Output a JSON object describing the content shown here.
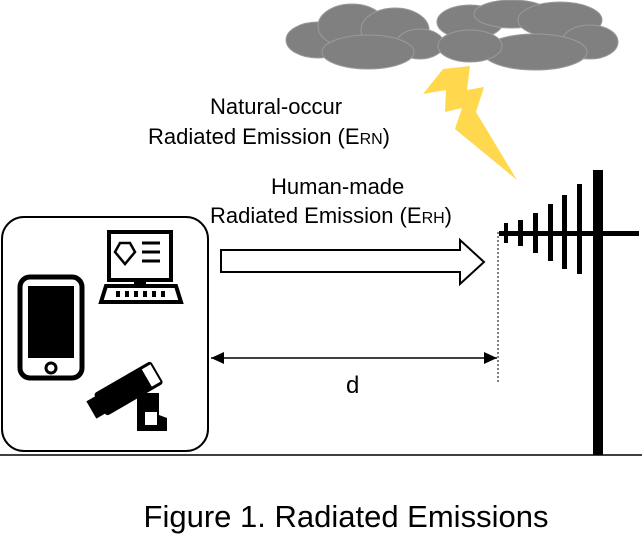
{
  "natural": {
    "line1": "Natural-occur",
    "line2_prefix": "Radiated Emission (",
    "symbol_main": "E",
    "symbol_sub": "RN",
    "line2_suffix": ")"
  },
  "human": {
    "line1": "Human-made",
    "line2_prefix": "Radiated Emission (",
    "symbol_main": "E",
    "symbol_sub": "RH",
    "line2_suffix": ")"
  },
  "distance_label": "d",
  "caption": "Figure 1. Radiated Emissions",
  "colors": {
    "cloud": "#808080",
    "cloud_outline": "#9a9a9a",
    "lightning": "#ffd84d",
    "line": "#000000",
    "background": "#ffffff"
  },
  "icons": [
    "cloud-icon",
    "lightning-bolt-icon",
    "smartphone-icon",
    "computer-terminal-icon",
    "security-camera-icon",
    "antenna-mast-icon"
  ]
}
